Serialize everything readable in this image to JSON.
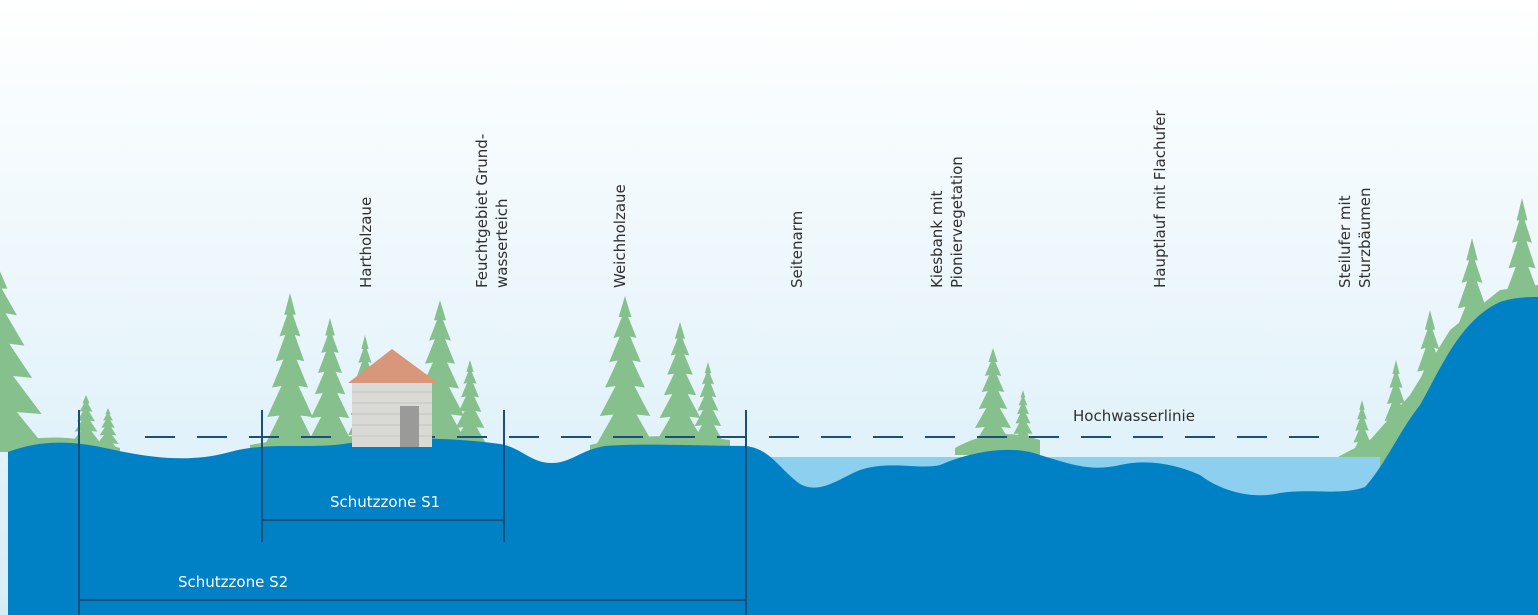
{
  "zones": {
    "hartholzaue": [
      "Hartholzaue"
    ],
    "feuchtgebiet": [
      "Feuchtgebiet Grund-",
      "wasserteich"
    ],
    "weichholzaue": [
      "Weichholzaue"
    ],
    "seitenarm": [
      "Seitenarm"
    ],
    "kiesbank": [
      "Kiesbank mit",
      "Pioniervegetation"
    ],
    "hauptlauf": [
      "Hauptlauf mit Flachufer"
    ],
    "steilufer": [
      "Steilufer mit",
      "Sturzbäumen"
    ]
  },
  "flood_line_label": "Hochwasserlinie",
  "protection_zones": {
    "s1": "Schutzzone S1",
    "s2": "Schutzzone S2"
  },
  "colors": {
    "sky_top": "#ffffff",
    "sky_bottom": "#d6edf8",
    "ground": "#0081c6",
    "water": "#8ccfee",
    "trees": "#86c08d",
    "dashed_line": "#1b4f7a",
    "bracket": "#1b4f7a",
    "roof": "#d8967a",
    "well_wall": "#d9d9d6",
    "door": "#9a9a98"
  }
}
